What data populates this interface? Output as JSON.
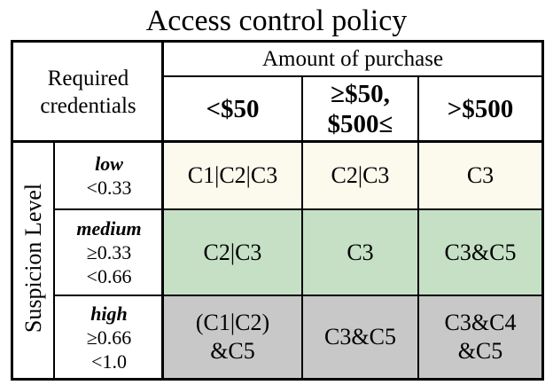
{
  "title": "Access control policy",
  "header": {
    "required_credentials": [
      "Required",
      "credentials"
    ],
    "amount_of_purchase": "Amount of purchase",
    "columns": [
      {
        "line1": "<$50",
        "line2": ""
      },
      {
        "line1": "≥$50,",
        "line2": "$500≤"
      },
      {
        "line1": ">$500",
        "line2": ""
      }
    ]
  },
  "row_header": "Suspicion Level",
  "rows": [
    {
      "level": "low",
      "range": [
        "<0.33"
      ],
      "cells": [
        [
          "C1|C2|C3"
        ],
        [
          "C2|C3"
        ],
        [
          "C3"
        ]
      ]
    },
    {
      "level": "medium",
      "range": [
        "≥0.33",
        "<0.66"
      ],
      "cells": [
        [
          "C2|C3"
        ],
        [
          "C3"
        ],
        [
          "C3&C5"
        ]
      ]
    },
    {
      "level": "high",
      "range": [
        "≥0.66",
        "<1.0"
      ],
      "cells": [
        [
          "(C1|C2)",
          "&C5"
        ],
        [
          "C3&C5"
        ],
        [
          "C3&C4",
          "&C5"
        ]
      ]
    }
  ],
  "colors": {
    "low": "#fcf9ed",
    "medium": "#c6e0c6",
    "high": "#c8c8c8"
  }
}
